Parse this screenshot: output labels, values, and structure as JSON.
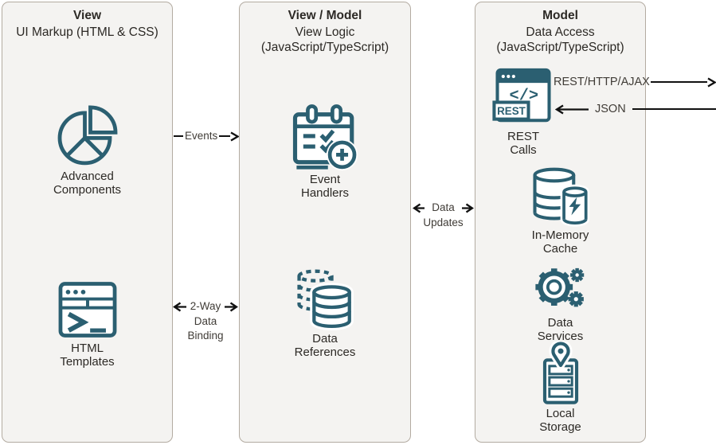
{
  "colors": {
    "accent": "#2b5f71",
    "panel_bg": "#f4f3f1",
    "panel_border": "#b3aba1",
    "text": "#2c2925",
    "arrow": "#111111",
    "arrow_label": "#403c37"
  },
  "panels": [
    {
      "title": "View",
      "subtitle": "UI Markup (HTML & CSS)",
      "items": [
        {
          "icon": "pie-chart-icon",
          "label": "Advanced\nComponents"
        },
        {
          "icon": "terminal-window-icon",
          "label": "HTML\nTemplates"
        }
      ]
    },
    {
      "title": "View / Model",
      "subtitle": "View Logic\n(JavaScript/TypeScript)",
      "items": [
        {
          "icon": "calendar-event-icon",
          "label": "Event\nHandlers"
        },
        {
          "icon": "databases-icon",
          "label": "Data\nReferences"
        }
      ]
    },
    {
      "title": "Model",
      "subtitle": "Data Access\n(JavaScript/TypeScript)",
      "items": [
        {
          "icon": "rest-window-icon",
          "label": "REST\nCalls"
        },
        {
          "icon": "cache-database-icon",
          "label": "In-Memory\nCache"
        },
        {
          "icon": "gears-icon",
          "label": "Data\nServices"
        },
        {
          "icon": "storage-pin-icon",
          "label": "Local\nStorage"
        }
      ]
    }
  ],
  "connectors": {
    "events": "Events",
    "two_way_binding": "2-Way\nData\nBinding",
    "data_updates": "Data\nUpdates",
    "rest_http_ajax": "REST/HTTP/AJAX",
    "json": "JSON"
  }
}
